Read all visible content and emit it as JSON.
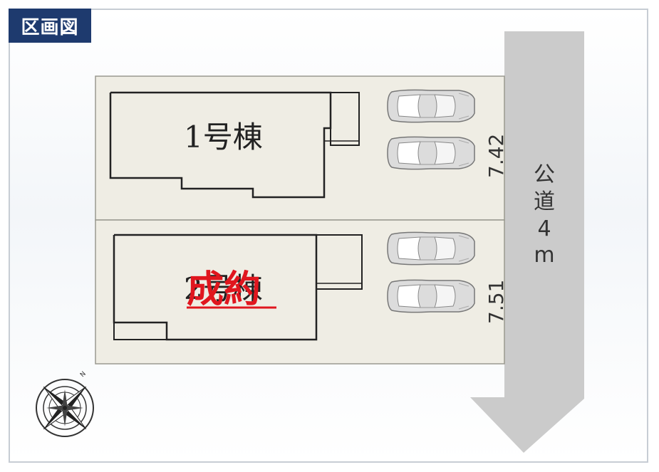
{
  "header": {
    "label": "区画図"
  },
  "lots": [
    {
      "name": "1号棟",
      "frontage": "7.42"
    },
    {
      "name": "2号棟",
      "frontage": "7.51",
      "status": "成約"
    }
  ],
  "road": {
    "label_chars": [
      "公",
      "道",
      "4",
      "m"
    ]
  },
  "compass": {
    "north": "N"
  },
  "colors": {
    "header": "#1e3a6e",
    "lot_fill": "#efede4",
    "road": "#cbcbcb",
    "sold": "#e0161e"
  }
}
